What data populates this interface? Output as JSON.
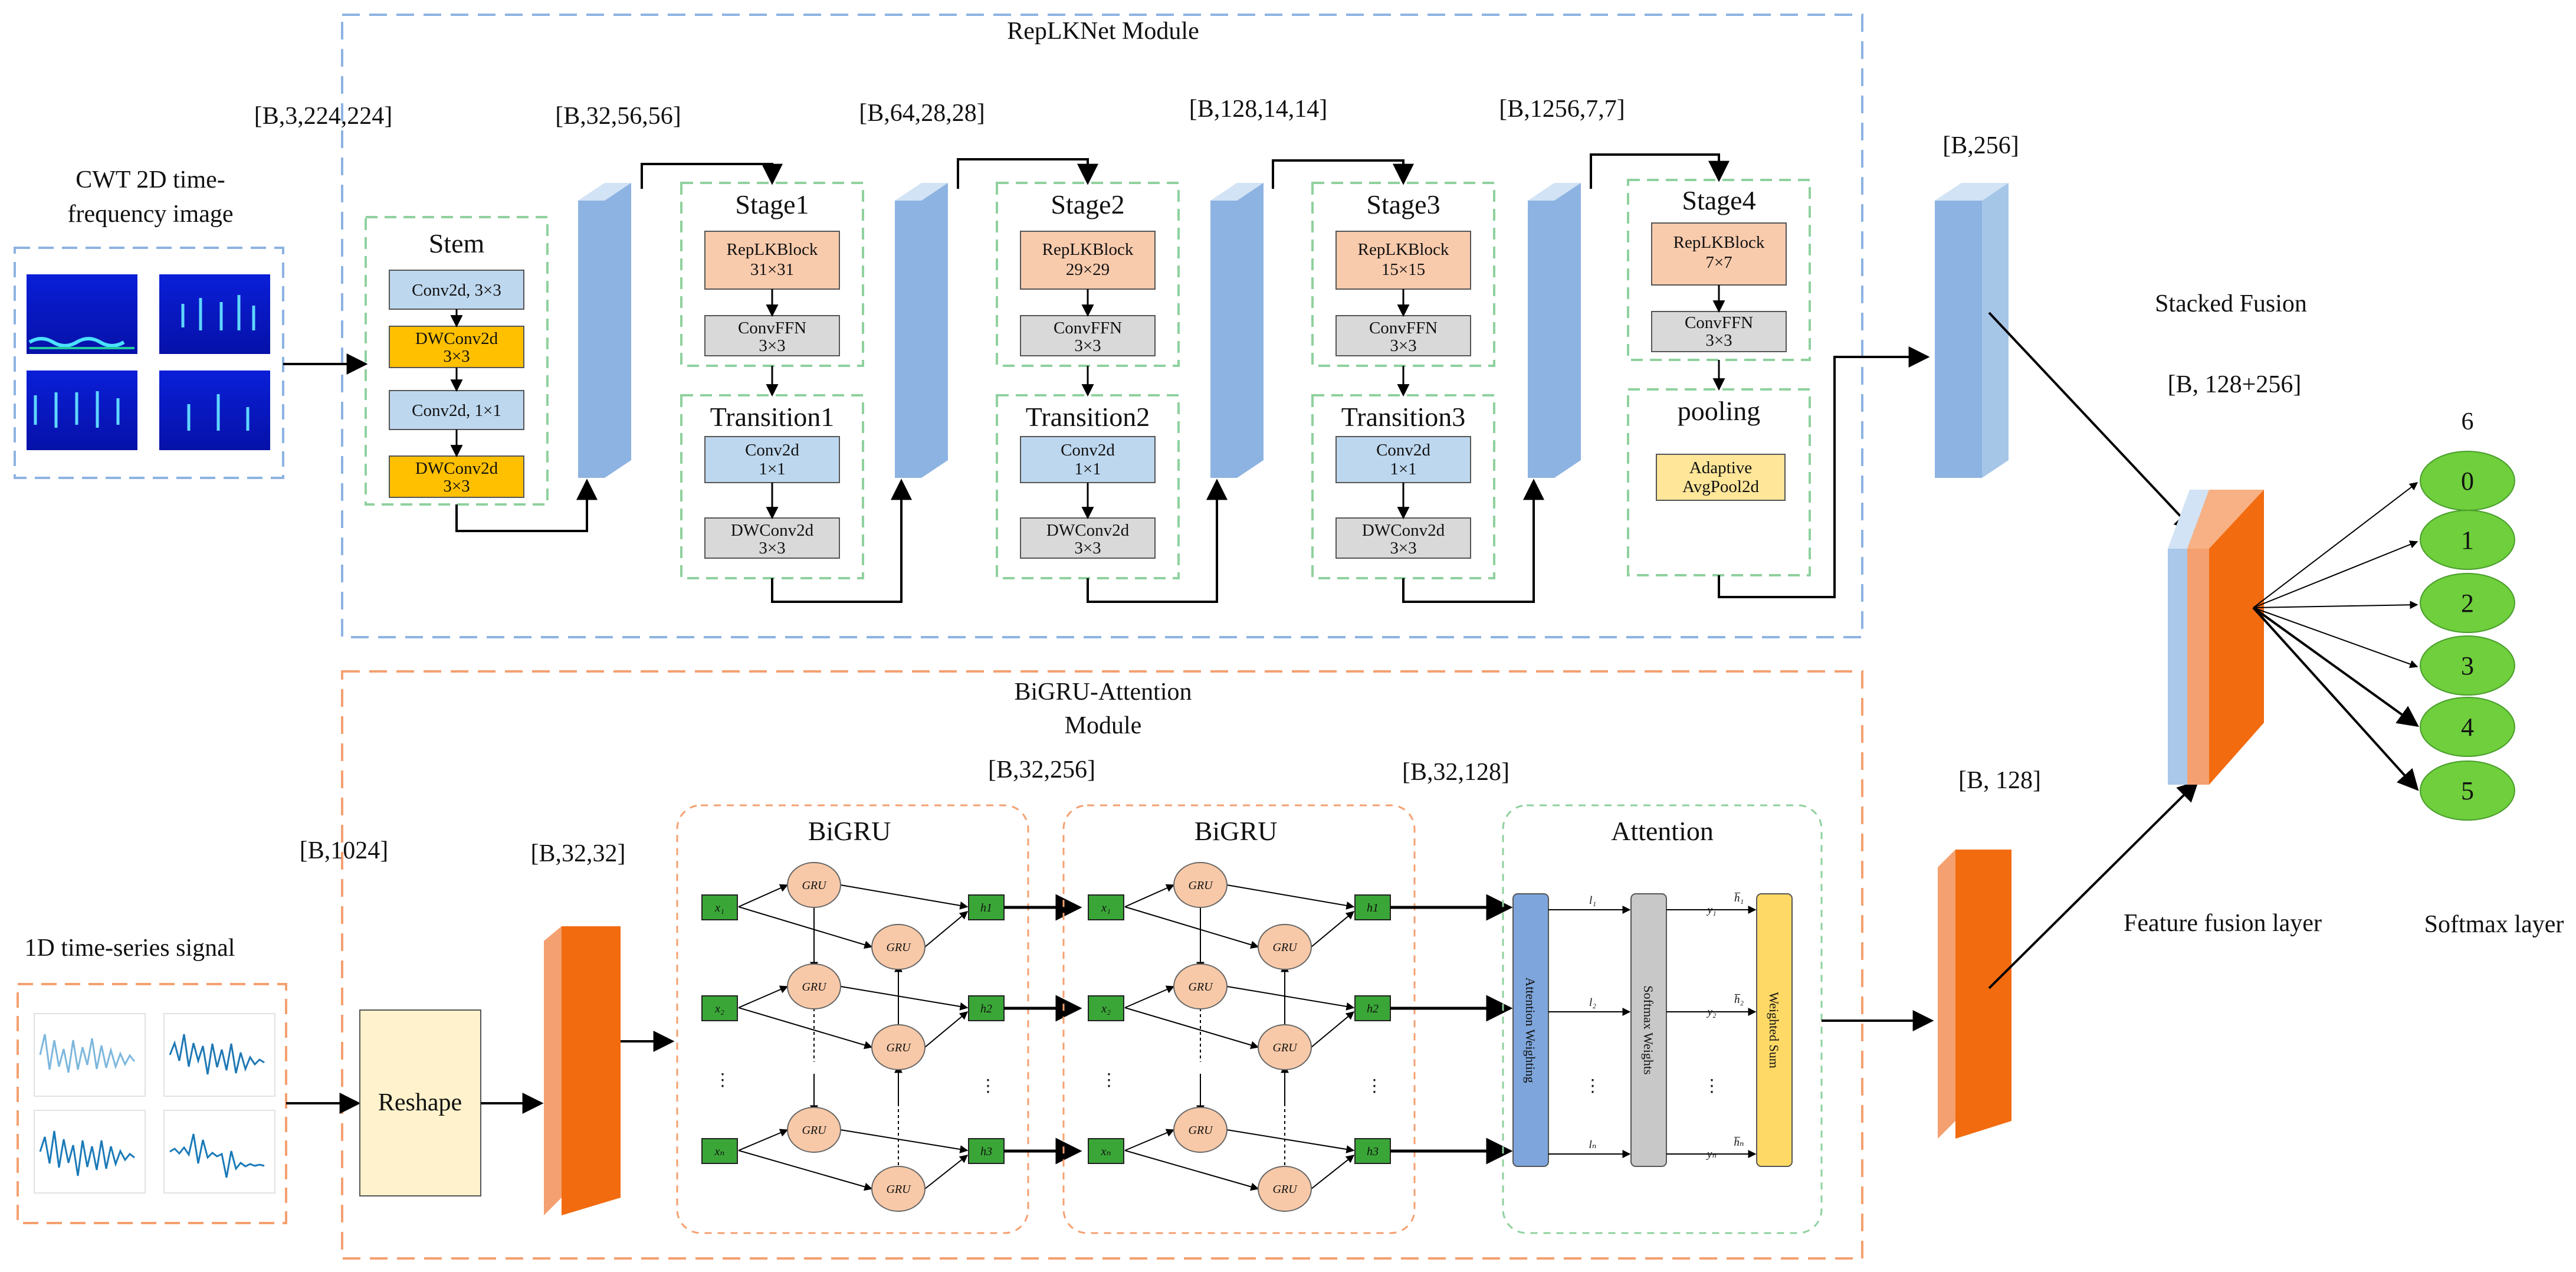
{
  "modules": {
    "replknet_title": "RepLKNet Module",
    "bigru_title_line1": "BiGRU-Attention",
    "bigru_title_line2": "Module"
  },
  "inputs": {
    "cwt_label_line1": "CWT 2D time-",
    "cwt_label_line2": "frequency image",
    "signal_label": "1D time-series signal"
  },
  "shapes": {
    "cwt_input": "[B,3,224,224]",
    "stem_out": "[B,32,56,56]",
    "stage1_out": "[B,64,28,28]",
    "stage2_out": "[B,128,14,14]",
    "stage3_out": "[B,1256,7,7]",
    "rep_out": "[B,256]",
    "signal_input": "[B,1024]",
    "reshape_out": "[B,32,32]",
    "bigru1_out": "[B,32,256]",
    "bigru2_out": "[B,32,128]",
    "att_out": "[B, 128]",
    "fusion": "[B, 128+256]",
    "classes_count": "6"
  },
  "stem": {
    "title": "Stem",
    "b1": "Conv2d,   3×3",
    "b2a": "DWConv2d",
    "b2b": "3×3",
    "b3": "Conv2d,  1×1",
    "b4a": "DWConv2d",
    "b4b": "3×3"
  },
  "stages": [
    {
      "title": "Stage1",
      "rep_a": "RepLKBlock",
      "rep_b": "31×31",
      "ffn_a": "ConvFFN",
      "ffn_b": "3×3"
    },
    {
      "title": "Stage2",
      "rep_a": "RepLKBlock",
      "rep_b": "29×29",
      "ffn_a": "ConvFFN",
      "ffn_b": "3×3"
    },
    {
      "title": "Stage3",
      "rep_a": "RepLKBlock",
      "rep_b": "15×15",
      "ffn_a": "ConvFFN",
      "ffn_b": "3×3"
    },
    {
      "title": "Stage4",
      "rep_a": "RepLKBlock",
      "rep_b": "7×7",
      "ffn_a": "ConvFFN",
      "ffn_b": "3×3"
    }
  ],
  "transitions": [
    {
      "title": "Transition1",
      "conv_a": "Conv2d",
      "conv_b": "1×1",
      "dw_a": "DWConv2d",
      "dw_b": "3×3"
    },
    {
      "title": "Transition2",
      "conv_a": "Conv2d",
      "conv_b": "1×1",
      "dw_a": "DWConv2d",
      "dw_b": "3×3"
    },
    {
      "title": "Transition3",
      "conv_a": "Conv2d",
      "conv_b": "1×1",
      "dw_a": "DWConv2d",
      "dw_b": "3×3"
    }
  ],
  "pooling": {
    "title": "pooling",
    "line1": "Adaptive",
    "line2": "AvgPool2d"
  },
  "reshape_label": "Reshape",
  "bigru": {
    "title": "BiGRU",
    "gru": "GRU",
    "x1": "x₁",
    "x2": "x₂",
    "xn": "xₙ",
    "h1": "h1",
    "h2": "h2",
    "h3": "h3",
    "dots": "⋮"
  },
  "attention": {
    "title": "Attention",
    "weighting": "Attention Weighting",
    "softmax": "Softmax Weights",
    "sum": "Weighted Sum",
    "l1": "l₁",
    "l2": "l₂",
    "ln": "lₙ",
    "y1": "y₁",
    "y2": "y₂",
    "yn": "yₙ",
    "hb1": "h̅₁",
    "hb2": "h̅₂",
    "hbn": "h̅ₙ"
  },
  "fusion": {
    "stacked_label": "Stacked Fusion",
    "layer_label": "Feature fusion layer",
    "softmax_label": "Softmax layer",
    "classes": [
      "0",
      "1",
      "2",
      "3",
      "4",
      "5"
    ]
  },
  "colors": {
    "blue_dash": "#8db3e2",
    "orange_dash": "#f4a070",
    "green_dash": "#8fd19e",
    "peach": "#f9cbad",
    "gold": "#ffc000",
    "light_blue": "#bdd7ee",
    "grey": "#d9d9d9",
    "orange": "#f26b0f",
    "green_node": "#6fcf3c",
    "gru_node": "#f8c9a8",
    "x_node": "#3aa637"
  }
}
